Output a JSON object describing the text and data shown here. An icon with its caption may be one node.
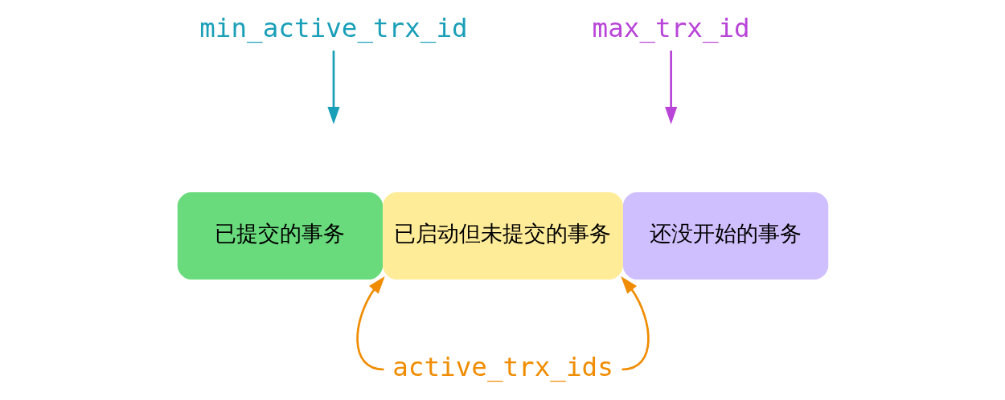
{
  "diagram": {
    "nodes": [
      {
        "text": [
          "已提交的事务"
        ]
      },
      {
        "text": [
          "已启动但未提交的事务"
        ]
      },
      {
        "text": [
          "还没开始的事务"
        ]
      },
      {
        "text": [
          "min_active_trx_id"
        ]
      },
      {
        "text": [
          "max_trx_id"
        ]
      },
      {
        "text": [
          "active_trx_ids"
        ]
      }
    ],
    "edges": [
      {
        "from": 3,
        "to": null,
        "arrow": "to",
        "color": "#1a9fb8"
      },
      {
        "from": 4,
        "to": null,
        "arrow": "to",
        "color": "#b845d8"
      },
      {
        "from": 5,
        "to": 1,
        "arrow": "to",
        "color": "#f08c00"
      },
      {
        "from": 5,
        "to": 1,
        "arrow": "to",
        "color": "#f08c00"
      }
    ]
  }
}
